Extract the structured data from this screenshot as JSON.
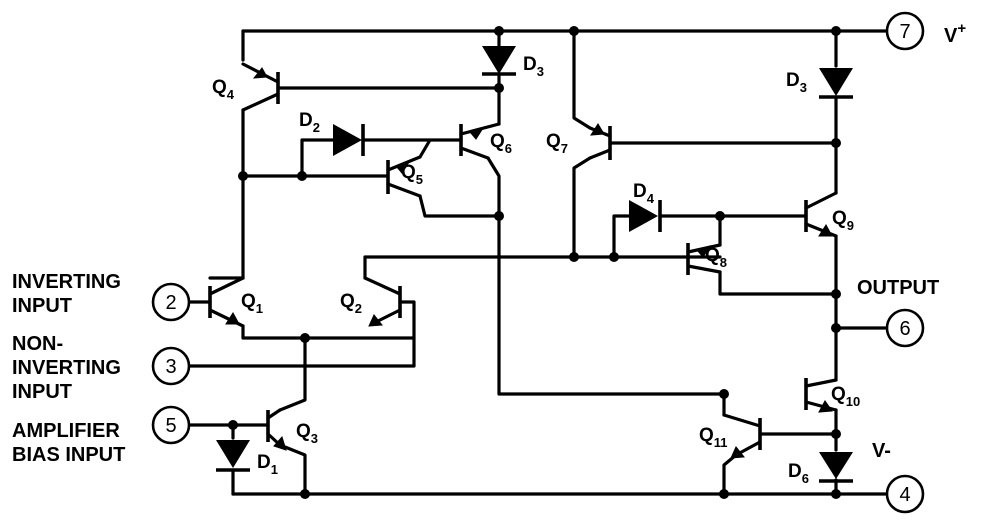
{
  "pins": [
    {
      "id": "pin-7",
      "number": "7",
      "label": "V",
      "sup": "+"
    },
    {
      "id": "pin-2",
      "number": "2",
      "label": "INVERTING INPUT"
    },
    {
      "id": "pin-3",
      "number": "3",
      "label": "NON-INVERTING INPUT"
    },
    {
      "id": "pin-5",
      "number": "5",
      "label": "AMPLIFIER BIAS INPUT"
    },
    {
      "id": "pin-6",
      "number": "6",
      "label": "OUTPUT"
    },
    {
      "id": "pin-4",
      "number": "4",
      "label": "V-"
    }
  ],
  "external_labels": {
    "inverting_line1": "INVERTING",
    "inverting_line2": "INPUT",
    "noninv_line1": "NON-",
    "noninv_line2": "INVERTING",
    "noninv_line3": "INPUT",
    "bias_line1": "AMPLIFIER",
    "bias_line2": "BIAS INPUT",
    "output": "OUTPUT",
    "vplus": "V",
    "vplus_sup": "+",
    "vminus": "V-"
  },
  "transistors": [
    {
      "id": "q1",
      "letter": "Q",
      "sub": "1"
    },
    {
      "id": "q2",
      "letter": "Q",
      "sub": "2"
    },
    {
      "id": "q3",
      "letter": "Q",
      "sub": "3"
    },
    {
      "id": "q4",
      "letter": "Q",
      "sub": "4"
    },
    {
      "id": "q5",
      "letter": "Q",
      "sub": "5"
    },
    {
      "id": "q6",
      "letter": "Q",
      "sub": "6"
    },
    {
      "id": "q7",
      "letter": "Q",
      "sub": "7"
    },
    {
      "id": "q8",
      "letter": "Q",
      "sub": "8"
    },
    {
      "id": "q9",
      "letter": "Q",
      "sub": "9"
    },
    {
      "id": "q10",
      "letter": "Q",
      "sub": "10"
    },
    {
      "id": "q11",
      "letter": "Q",
      "sub": "11"
    }
  ],
  "diodes": [
    {
      "id": "d1",
      "letter": "D",
      "sub": "1"
    },
    {
      "id": "d2",
      "letter": "D",
      "sub": "2"
    },
    {
      "id": "d3a",
      "letter": "D",
      "sub": "3"
    },
    {
      "id": "d3b",
      "letter": "D",
      "sub": "3"
    },
    {
      "id": "d4",
      "letter": "D",
      "sub": "4"
    },
    {
      "id": "d6",
      "letter": "D",
      "sub": "6"
    }
  ]
}
